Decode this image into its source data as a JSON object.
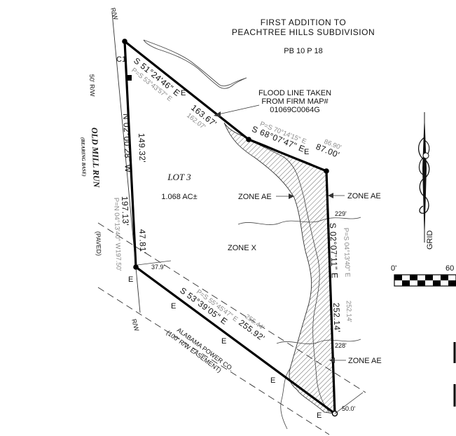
{
  "subdivision": {
    "line1": "FIRST ADDITION TO",
    "line2": "PEACHTREE HILLS SUBDIVISION",
    "plat_book": "PB 10 P 18"
  },
  "flood_note": {
    "line1": "FLOOD LINE TAKEN",
    "line2": "FROM FIRM MAP#",
    "line3": "01069C0064G"
  },
  "lot": {
    "name": "LOT 3",
    "area": "1.068 AC±"
  },
  "zones": {
    "ae_left": "ZONE AE",
    "ae_right": "ZONE AE",
    "ae_bottom": "ZONE AE",
    "x": "ZONE X"
  },
  "road": {
    "name": "OLD MILL RUN",
    "basis": "(BEARING BASE)",
    "paved": "(PAVED)",
    "row": "50' R/W",
    "rw_top": "R/W",
    "rw_bottom": "R/W"
  },
  "calls": {
    "top_bearing": "S 51°24'46\" E",
    "top_dist": "163.67'",
    "top_plat": "P=S 53°43'57\" E",
    "top_plat_dist": "162.07'",
    "mid_bearing": "S 68°07'47\" E",
    "mid_dist": "87.00'",
    "mid_plat": "P=S 70°14'15\" E",
    "mid_plat_dist": "86.90'",
    "west_bearing": "N 02°00'28\" W",
    "west_dist_1": "149.32'",
    "west_dist_2": "197.13'",
    "west_dist_3": "47.81'",
    "west_plat": "P=N 04°13'40\" W",
    "west_plat_dist": "197.50'",
    "east_bearing": "S 02°07'11\" E",
    "east_dist": "252.14'",
    "east_plat": "P=S 04°13'40\" E",
    "east_plat_dist": "252.14'",
    "south_bearing": "S 53°39'05\" E",
    "south_dist": "255.92'",
    "south_plat": "P=S 55°45'47\" E",
    "south_plat_dist": "255.44'"
  },
  "curve": {
    "label": "C1"
  },
  "easement": {
    "line1": "ALABAMA POWER CO.",
    "line2": "(100' R/W EASEMENT)",
    "offset_1": "37.9'",
    "offset_2": "50.0'"
  },
  "flood_elev": {
    "upper": "229'",
    "lower": "228'"
  },
  "edge_letter": "E",
  "scale": {
    "zero": "0'",
    "sixty": "60"
  },
  "north": {
    "label": "GRID"
  }
}
